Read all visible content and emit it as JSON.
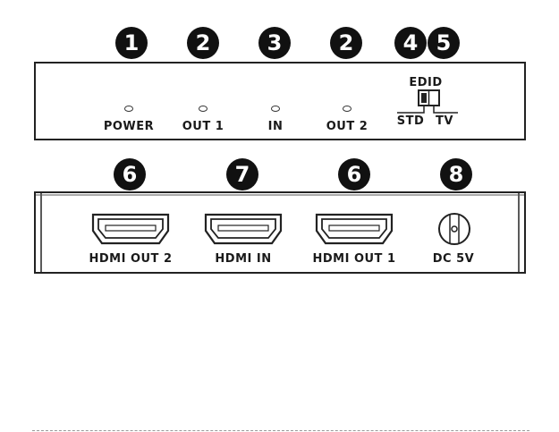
{
  "callouts": [
    "1",
    "2",
    "3",
    "2",
    "4",
    "5",
    "6",
    "7",
    "6",
    "8"
  ],
  "front_panel": {
    "leds": [
      "POWER",
      "OUT 1",
      "IN",
      "OUT 2"
    ],
    "switch": {
      "title": "EDID",
      "left": "STD",
      "right": "TV"
    }
  },
  "rear_panel": {
    "ports": [
      "HDMI OUT 2",
      "HDMI IN",
      "HDMI OUT 1"
    ],
    "power": "DC 5V"
  }
}
